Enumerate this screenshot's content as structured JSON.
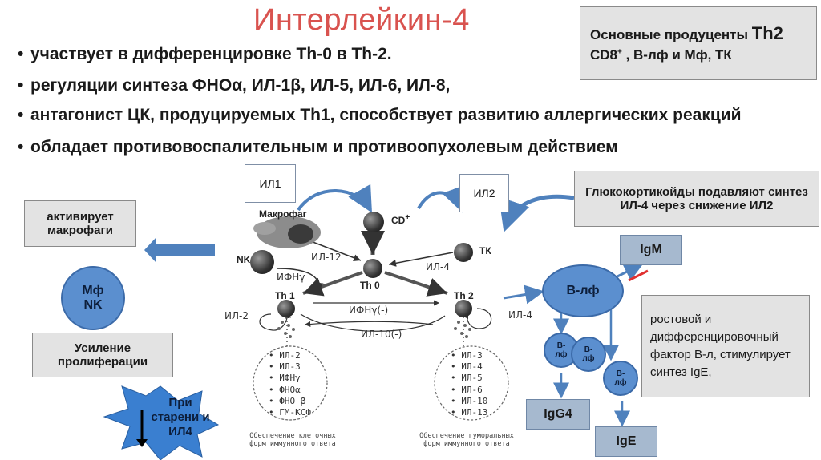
{
  "title": "Интерлейкин-4",
  "producers": {
    "line1_prefix": "Основные продуценты",
    "line1_emph": "Th2",
    "line2_cd8": "CD8",
    "line2_sup": "+",
    "line2_rest": " , В-лф и Мф, ТК"
  },
  "bullets": [
    "участвует в дифференцировке Th-0 в Th-2.",
    "регуляции синтеза ФНОα, ИЛ-1β, ИЛ-5, ИЛ-6, ИЛ-8,",
    "антагонист ЦК, продуцируемых Th1, способствует развитию аллергических реакций",
    "обладает противовоспалительным и противоопухолевым действием"
  ],
  "bullet_marker": "•",
  "boxes": {
    "il1": "ИЛ1",
    "il2": "ИЛ2",
    "glucocorticoids": "Глюкокортикойды подавляют синтез ИЛ-4 через снижение ИЛ2",
    "activates_macrophages": "активирует макрофаги",
    "proliferation": "Усиление пролиферации",
    "igm": "IgM",
    "igg4": "IgG4",
    "ige": "IgE",
    "growth_factor": "ростовой и дифференцировочный фактор В-л, стимулирует синтез IgE,"
  },
  "circles": {
    "mf_nk_line1": "Мф",
    "mf_nk_line2": "NK",
    "b_lf": "В-лф",
    "small_b": "В-лф"
  },
  "star": "При старени и ИЛ4",
  "cells": {
    "macrophage": "Макрофаг",
    "cd": "CD",
    "cd_plus": "+",
    "tk": "ТК",
    "nk": "NK",
    "th0": "Th 0",
    "th1": "Th 1",
    "th2": "Th 2"
  },
  "arrow_labels": {
    "il12": "ИЛ-12",
    "ifn_left": "ИФНγ",
    "il4": "ИЛ-4",
    "il2_left": "ИЛ-2",
    "ifn_mid": "ИФНγ(-)",
    "il10": "ИЛ-10(-)",
    "il4_right": "ИЛ-4"
  },
  "th1_products": [
    "ИЛ-2",
    "ИЛ-3",
    "ИФНγ",
    "ФНОα",
    "ФНО β",
    "ГМ-КСФ"
  ],
  "th2_products": [
    "ИЛ-3",
    "ИЛ-4",
    "ИЛ-5",
    "ИЛ-6",
    "ИЛ-10",
    "ИЛ-13"
  ],
  "captions": {
    "th1": "Обеспечение клеточных форм иммунного ответа",
    "th2": "Обеспечение гуморальных форм иммунного ответа"
  },
  "colors": {
    "title": "#d9534f",
    "blue": "#5b8fcf",
    "arrow_blue": "#4f81bd",
    "gray_box": "#e3e3e3",
    "steel_box": "#a6b9cf",
    "red_cross": "#e03030"
  }
}
